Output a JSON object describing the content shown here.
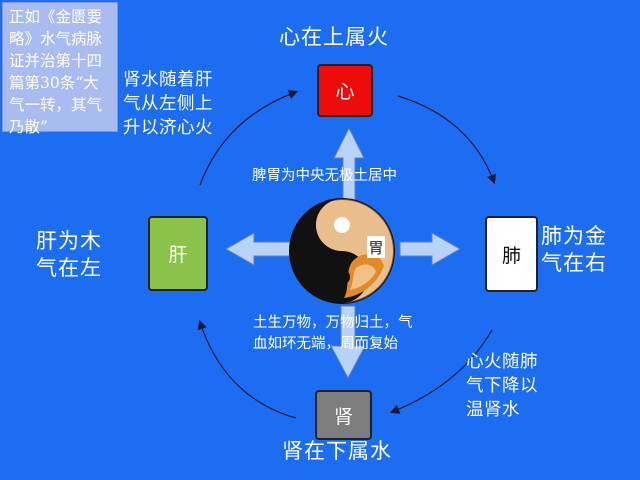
{
  "quote": {
    "text": "正如《金匮要略》水气病脉证并治第十四篇第30条“大气一转，其气乃散”"
  },
  "labels": {
    "heart_fire": "心在上属火",
    "kidney_water": "肾在下属水",
    "liver_left": [
      "肝为木",
      "气在左"
    ],
    "lung_right": [
      "肺为金",
      "气在右"
    ],
    "kidney_rises": [
      "肾水随着肝",
      "气从左侧上",
      "升以济心火"
    ],
    "heart_descends": [
      "心火随肺",
      "气下降以",
      "温肾水"
    ],
    "spleen_center": "脾胃为中央无极土居中",
    "earth_cycle": [
      "土生万物，万物归土，气",
      "血如环无端，周而复始"
    ]
  },
  "organs": {
    "heart": "心",
    "liver": "肝",
    "lung": "肺",
    "kidney": "肾",
    "stomach": "胃"
  },
  "colors": {
    "background": "#1c6df2",
    "heart": "#ee0b0b",
    "liver": "#8bc34a",
    "lung": "#ffffff",
    "kidney": "#7d7d7d",
    "arrow_fill": "#b9d2fa"
  },
  "icons": {
    "center": "yin-yang-icon"
  }
}
